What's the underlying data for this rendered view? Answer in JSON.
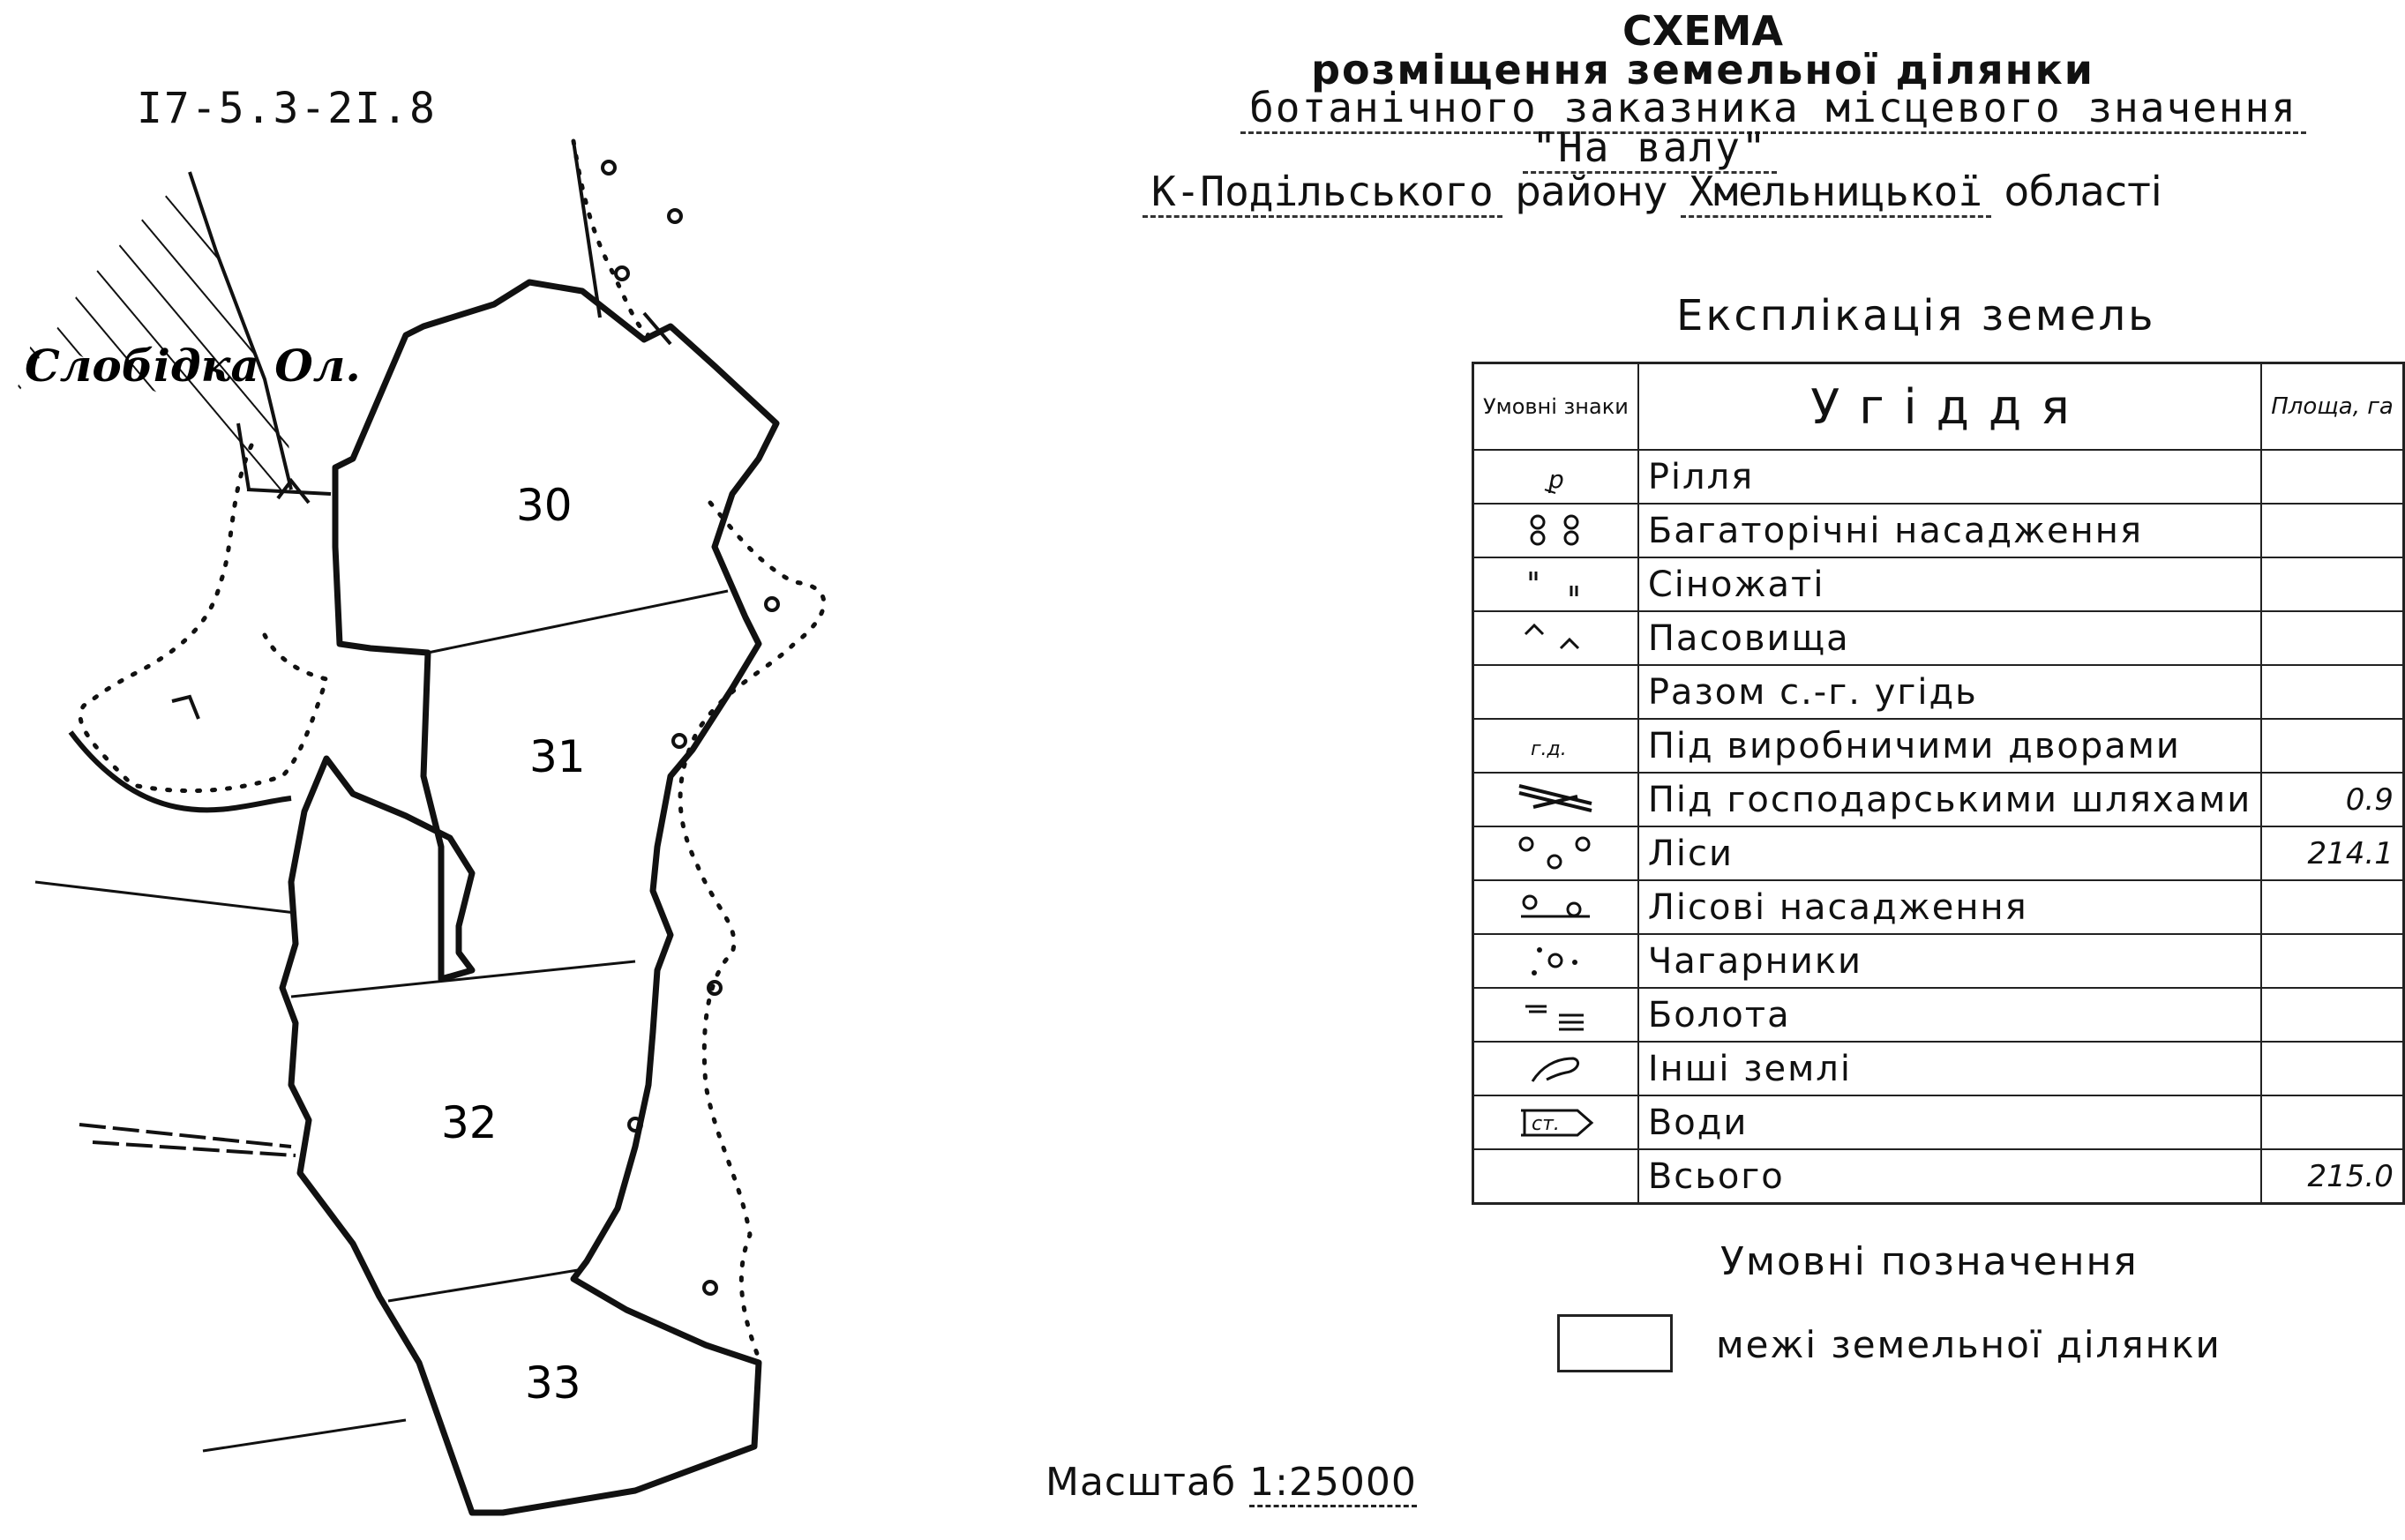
{
  "map": {
    "sheet_code": "I7-5.3-2I.8",
    "place_name": "Слобідка Ол.",
    "plots": [
      "30",
      "31",
      "32",
      "33"
    ]
  },
  "title": {
    "line1": "СХЕМА",
    "line2": "розміщення земельної ділянки",
    "line3": "ботанічного заказника місцевого значення",
    "line4": "\"На валу\"",
    "district": "К-Подільського",
    "district_word": "району",
    "region": "Хмельницької",
    "region_word": "області"
  },
  "explication": {
    "title": "Експлікація земель",
    "headers": {
      "symbol": "Умовні знаки",
      "land_type": "Угіддя",
      "area": "Площа, га"
    },
    "rows": [
      {
        "symbol_icon": "arable-symbol",
        "name": "Рілля",
        "area": ""
      },
      {
        "symbol_icon": "perennial-plantings-symbol",
        "name": "Багаторічні насадження",
        "area": ""
      },
      {
        "symbol_icon": "hayfield-symbol",
        "name": "Сіножаті",
        "area": ""
      },
      {
        "symbol_icon": "pasture-symbol",
        "name": "Пасовища",
        "area": ""
      },
      {
        "symbol_icon": "",
        "name": "Разом с.-г. угідь",
        "area": ""
      },
      {
        "symbol_icon": "production-yard-symbol",
        "name": "Під виробничими дворами",
        "area": ""
      },
      {
        "symbol_icon": "farm-roads-symbol",
        "name": "Під господарськими шляхами",
        "area": "0.9"
      },
      {
        "symbol_icon": "forest-symbol",
        "name": "Ліси",
        "area": "214.1"
      },
      {
        "symbol_icon": "forest-plantings-symbol",
        "name": "Лісові насадження",
        "area": ""
      },
      {
        "symbol_icon": "shrubs-symbol",
        "name": "Чагарники",
        "area": ""
      },
      {
        "symbol_icon": "swamp-symbol",
        "name": "Болота",
        "area": ""
      },
      {
        "symbol_icon": "other-land-symbol",
        "name": "Інші землі",
        "area": ""
      },
      {
        "symbol_icon": "water-symbol",
        "name": "Води",
        "area": ""
      },
      {
        "symbol_icon": "",
        "name": "Всього",
        "area": "215.0"
      }
    ]
  },
  "legend": {
    "title": "Умовні позначення",
    "items": [
      {
        "label": "межі земельної ділянки"
      }
    ]
  },
  "scale": {
    "label": "Масштаб",
    "value": "1:25000"
  }
}
